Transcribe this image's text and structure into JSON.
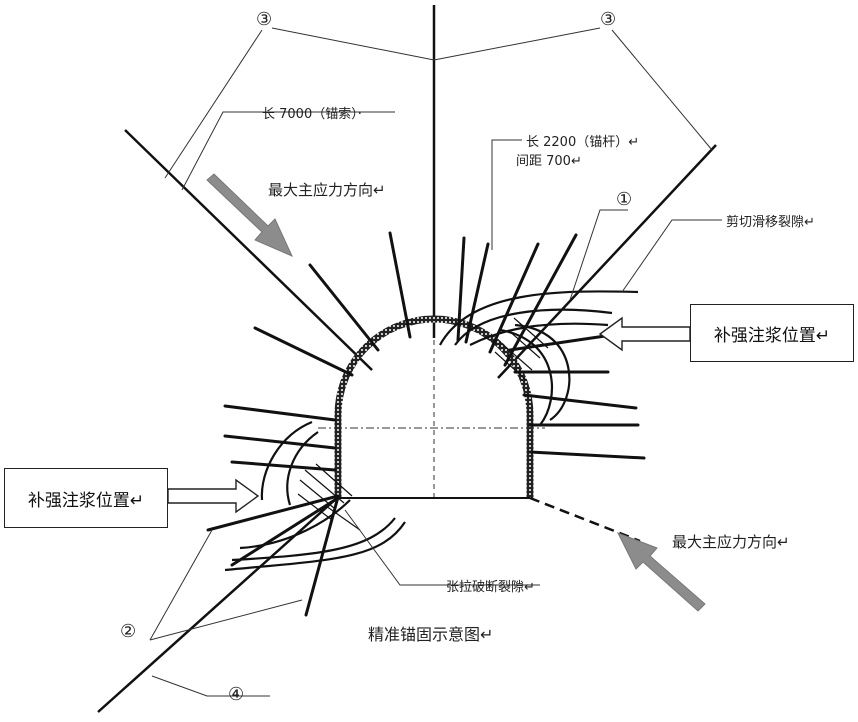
{
  "callouts": {
    "three": "③",
    "one": "①",
    "two": "②",
    "four": "④"
  },
  "labels": {
    "cable": "长 7000（锚索）·",
    "bolt_length": "长 2200（锚杆）↵",
    "bolt_spacing": "间距 700↵",
    "max_stress_top": "最大主应力方向↵",
    "max_stress_bottom": "最大主应力方向↵",
    "shear_crack": "剪切滑移裂隙↵",
    "tension_crack": "张拉破断裂隙↵",
    "grout_right": "补强注浆位置↵",
    "grout_left": "补强注浆位置↵",
    "caption": "精准锚固示意图↵"
  }
}
